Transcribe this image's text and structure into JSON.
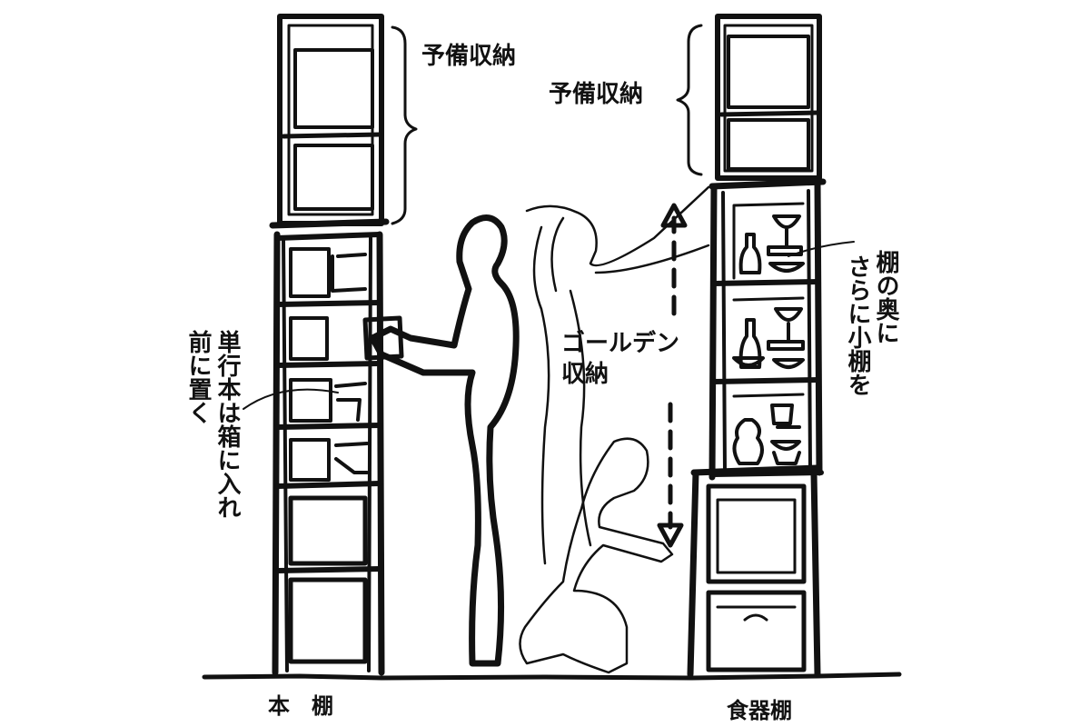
{
  "labels": {
    "bookshelf": "本　棚",
    "dish_cabinet": "食器棚",
    "spare_storage_left": "予備収納",
    "spare_storage_right": "予備収納",
    "golden_storage_line1": "ゴールデン",
    "golden_storage_line2": "収納",
    "paperback_note_col1": "単行本は箱に入れ",
    "paperback_note_col2": "前に置く",
    "back_shelf_note_col1": "棚の奥に",
    "back_shelf_note_col2": "さらに小棚を"
  },
  "colors": {
    "ink": "#111111",
    "background": "#ffffff"
  }
}
